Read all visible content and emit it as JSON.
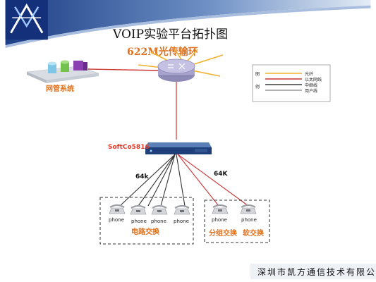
{
  "title": "VOIP实验平台拓扑图",
  "ring_label": "622M光传输环",
  "nms_label": "网管系统",
  "softswitch_label": "SoftCo5816",
  "speed_left": "64k",
  "speed_right": "64K",
  "phones": [
    "phone",
    "phone",
    "phone",
    "phone",
    "phone",
    "phone"
  ],
  "circuit_switch_label": "电路交换",
  "packet_switch_label": "分组交换",
  "soft_switch_label": "软交换",
  "legend": {
    "header_1": "图",
    "header_2": "例",
    "items": [
      "光纤",
      "以太网线",
      "中继线",
      "用户线"
    ],
    "colors": [
      "#f0b02a",
      "#cc3333",
      "#3a3a3a",
      "#666666"
    ]
  },
  "footer": "深圳市凯方通信技术有限公司",
  "colors": {
    "accent_orange": "#e1711e",
    "accent_red": "#e03a2a",
    "band_blue": "#2a4a8c"
  }
}
